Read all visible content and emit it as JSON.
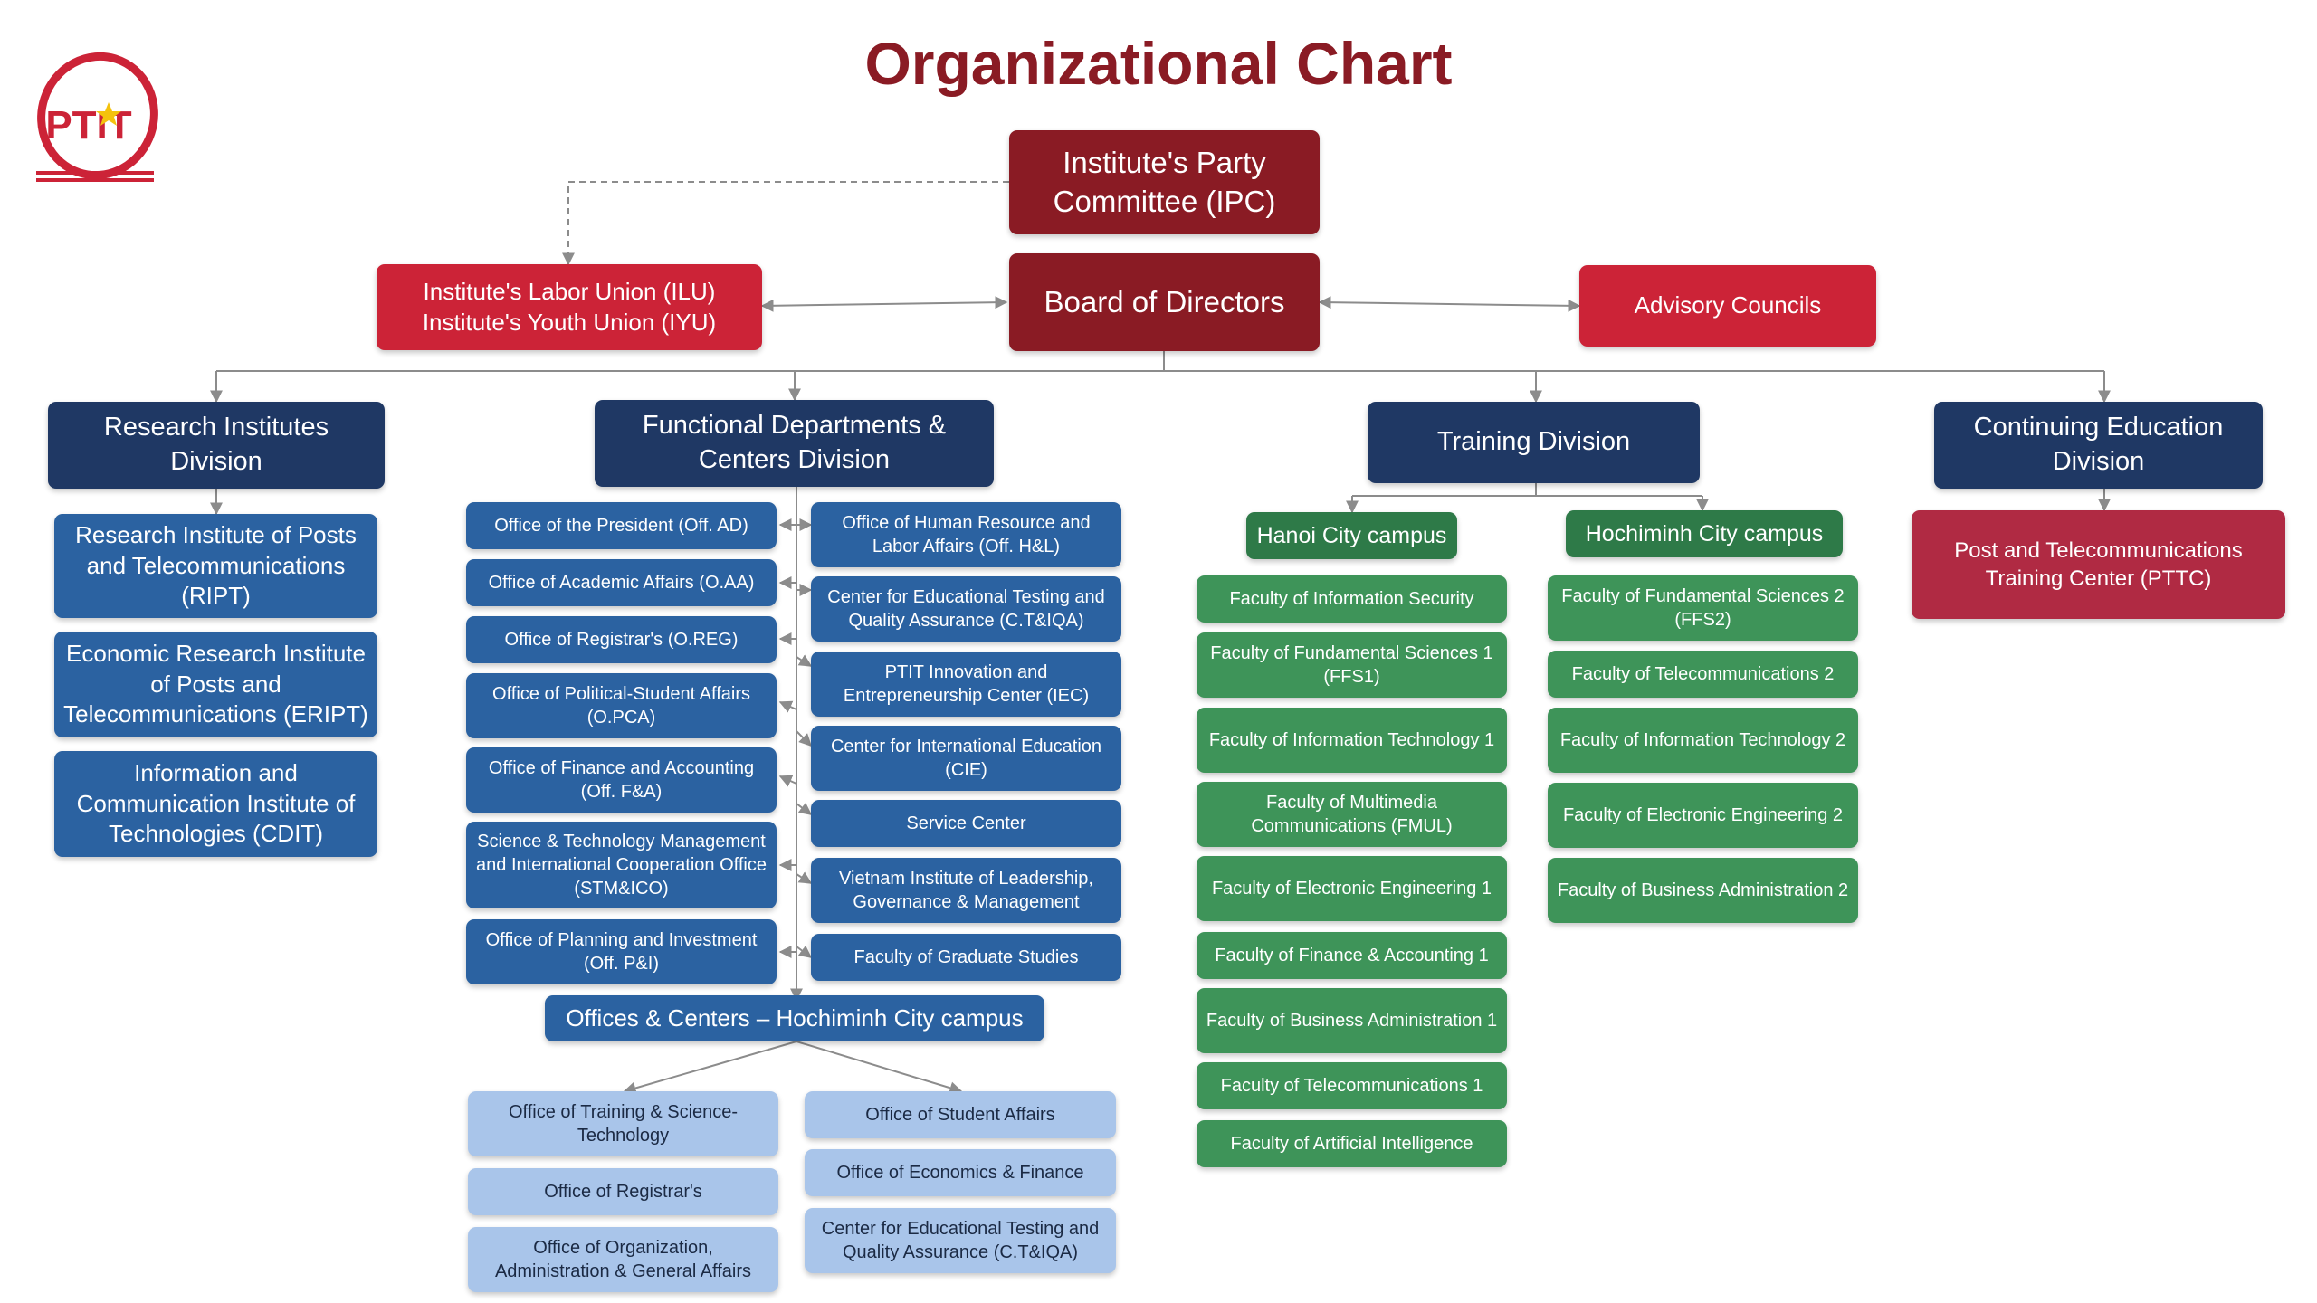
{
  "title": "Organizational Chart",
  "logo": {
    "text": "PTIT"
  },
  "top": {
    "ipc": "Institute's Party Committee (IPC)",
    "board": "Board of Directors",
    "unions": {
      "line1": "Institute's Labor Union (ILU)",
      "line2": "Institute's Youth Union (IYU)"
    },
    "advisory": "Advisory Councils"
  },
  "divisions": {
    "research": "Research Institutes Division",
    "functional": "Functional Departments & Centers Division",
    "training": "Training Division",
    "continuing": "Continuing Education Division"
  },
  "research_institutes": [
    "Research Institute of Posts and Telecommunications (RIPT)",
    "Economic Research Institute of Posts and Telecommunications (ERIPT)",
    "Information and Communication Institute of Technologies (CDIT)"
  ],
  "functional_left": [
    "Office of the President (Off. AD)",
    "Office of Academic Affairs (O.AA)",
    "Office of Registrar's (O.REG)",
    "Office of Political-Student Affairs (O.PCA)",
    "Office of Finance and Accounting (Off. F&A)",
    "Science & Technology Management and International Cooperation Office (STM&ICO)",
    "Office of Planning and Investment (Off. P&I)"
  ],
  "functional_right": [
    "Office of Human Resource and Labor Affairs (Off. H&L)",
    "Center for Educational Testing and Quality Assurance (C.T&IQA)",
    "PTIT Innovation and Entrepreneurship Center (IEC)",
    "Center for International Education (CIE)",
    "Service Center",
    "Vietnam Institute of Leadership, Governance & Management",
    "Faculty of Graduate Studies"
  ],
  "hcm_offices": {
    "title": "Offices & Centers – Hochiminh City campus",
    "left": [
      "Office of Training & Science-Technology",
      "Office of Registrar's",
      "Office of Organization, Administration & General Affairs"
    ],
    "right": [
      "Office of Student Affairs",
      "Office of Economics & Finance",
      "Center for Educational Testing and Quality Assurance (C.T&IQA)"
    ]
  },
  "training": {
    "hanoi": {
      "title": "Hanoi City campus",
      "faculties": [
        "Faculty of Information Security",
        "Faculty of Fundamental Sciences 1 (FFS1)",
        "Faculty of Information Technology 1",
        "Faculty of Multimedia Communications (FMUL)",
        "Faculty of Electronic Engineering 1",
        "Faculty of Finance & Accounting 1",
        "Faculty of Business Administration 1",
        "Faculty of Telecommunications 1",
        "Faculty of Artificial Intelligence"
      ]
    },
    "hcm": {
      "title": "Hochiminh City campus",
      "faculties": [
        "Faculty of Fundamental Sciences 2 (FFS2)",
        "Faculty of Telecommunications 2",
        "Faculty of Information Technology 2",
        "Faculty of Electronic Engineering 2",
        "Faculty of Business Administration 2"
      ]
    }
  },
  "continuing": {
    "pttc": "Post and Telecommunications Training Center (PTTC)"
  },
  "colors": {
    "title": "#8a1b24",
    "dark_red": "#8a1b24",
    "red": "#cc2337",
    "navy": "#1f3864",
    "blue": "#2b62a1",
    "light_blue": "#a9c5ea",
    "green": "#3e9459",
    "dark_green": "#2e7a48",
    "rose": "#b02a43",
    "connector": "#8c8c8c"
  }
}
